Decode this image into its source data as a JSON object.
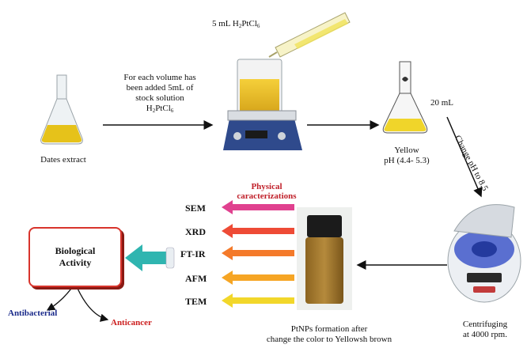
{
  "labels": {
    "dates_extract": "Dates extract",
    "added_line1": "For each volume has",
    "added_line2": "been added 5mL of",
    "added_line3": "stock solution",
    "added_formula_a": "H",
    "added_formula_b": "2",
    "added_formula_c": "PtCl",
    "added_formula_d": "6",
    "pipette_a": "5 mL H",
    "pipette_b": "2",
    "pipette_c": "PtCl",
    "pipette_d": "6",
    "volume": "20 mL",
    "yellow": "Yellow",
    "ph_range": "pH (4.4- 5.3)",
    "change_ph": "Change pH to 8.5",
    "centrifuge_line1": "Centrifuging",
    "centrifuge_line2": "at 4000 rpm.",
    "ptnps_line1": "PtNPs formation after",
    "ptnps_line2": "change the color to Yellowsh brown",
    "physical_line1": "Physical",
    "physical_line2": "caracterizations"
  },
  "techniques": [
    "SEM",
    "XRD",
    "FT-IR",
    "AFM",
    "TEM"
  ],
  "technique_colors": [
    "#e0418f",
    "#ee4b36",
    "#f47a2a",
    "#f6a524",
    "#f2d72a"
  ],
  "bio": {
    "line1": "Biological",
    "line2": "Activity"
  },
  "outcomes": {
    "antibacterial": "Antibacterial",
    "anticancer": "Anticancer"
  },
  "colors": {
    "arrow_teal": "#2fb5b0",
    "bio_border": "#d8342c",
    "physical_title": "#c0202a"
  }
}
